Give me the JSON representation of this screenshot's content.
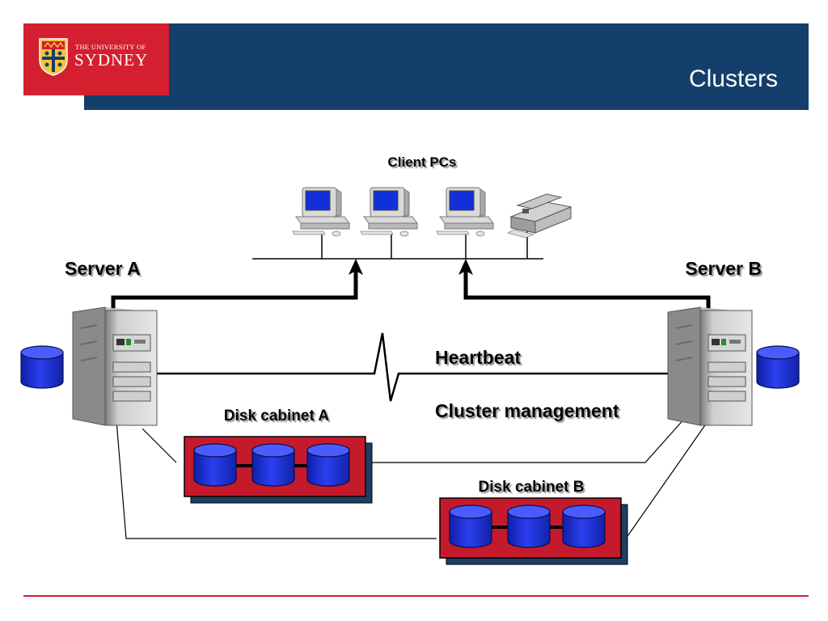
{
  "header": {
    "title": "Clusters"
  },
  "logo": {
    "line1": "THE UNIVERSITY OF",
    "line2": "SYDNEY"
  },
  "diagram": {
    "client_pcs": "Client PCs",
    "server_a": "Server A",
    "server_b": "Server B",
    "heartbeat": "Heartbeat",
    "cluster_management": "Cluster management",
    "disk_cabinet_a": "Disk cabinet A",
    "disk_cabinet_b": "Disk cabinet B"
  },
  "colors": {
    "header_blue": "#153f6b",
    "brand_red": "#d41f30",
    "cabinet_red": "#c41a2c",
    "disk_blue": "#1e2fd6",
    "screen_blue": "#1230d8"
  }
}
